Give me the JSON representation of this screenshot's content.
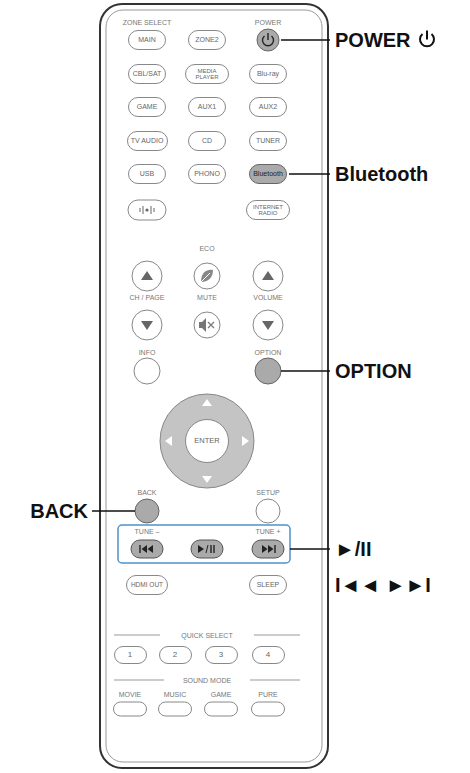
{
  "diagram": {
    "nodes": [
      {
        "text": [
          "MAIN"
        ]
      },
      {
        "text": [
          "ZONE2"
        ]
      },
      {
        "text": [
          "CBL/SAT"
        ]
      },
      {
        "text": [
          "MEDIA PLAYER"
        ]
      },
      {
        "text": [
          "Blu-ray"
        ]
      },
      {
        "text": [
          "GAME"
        ]
      },
      {
        "text": [
          "AUX1"
        ]
      },
      {
        "text": [
          "AUX2"
        ]
      },
      {
        "text": [
          "TV AUDIO"
        ]
      },
      {
        "text": [
          "CD"
        ]
      },
      {
        "text": [
          "TUNER"
        ]
      },
      {
        "text": [
          "USB"
        ]
      },
      {
        "text": [
          "PHONO"
        ]
      },
      {
        "text": [
          "Bluetooth"
        ]
      },
      {
        "text": [
          "INTERNET RADIO"
        ]
      },
      {
        "text": [
          "ENTER"
        ]
      },
      {
        "text": [
          "HDMI OUT"
        ]
      },
      {
        "text": [
          "SLEEP"
        ]
      },
      {
        "text": [
          "1"
        ]
      },
      {
        "text": [
          "2"
        ]
      },
      {
        "text": [
          "3"
        ]
      },
      {
        "text": [
          "4"
        ]
      }
    ],
    "labels": [
      "ZONE SELECT",
      "POWER",
      "ECO",
      "CH / PAGE",
      "MUTE",
      "VOLUME",
      "INFO",
      "OPTION",
      "BACK",
      "SETUP",
      "TUNE –",
      "TUNE +",
      "QUICK SELECT",
      "SOUND MODE",
      "MOVIE",
      "MUSIC",
      "GAME",
      "PURE",
      "POWER",
      "Bluetooth",
      "OPTION",
      "BACK",
      "►/II",
      "I◄◄ ►►I"
    ]
  }
}
